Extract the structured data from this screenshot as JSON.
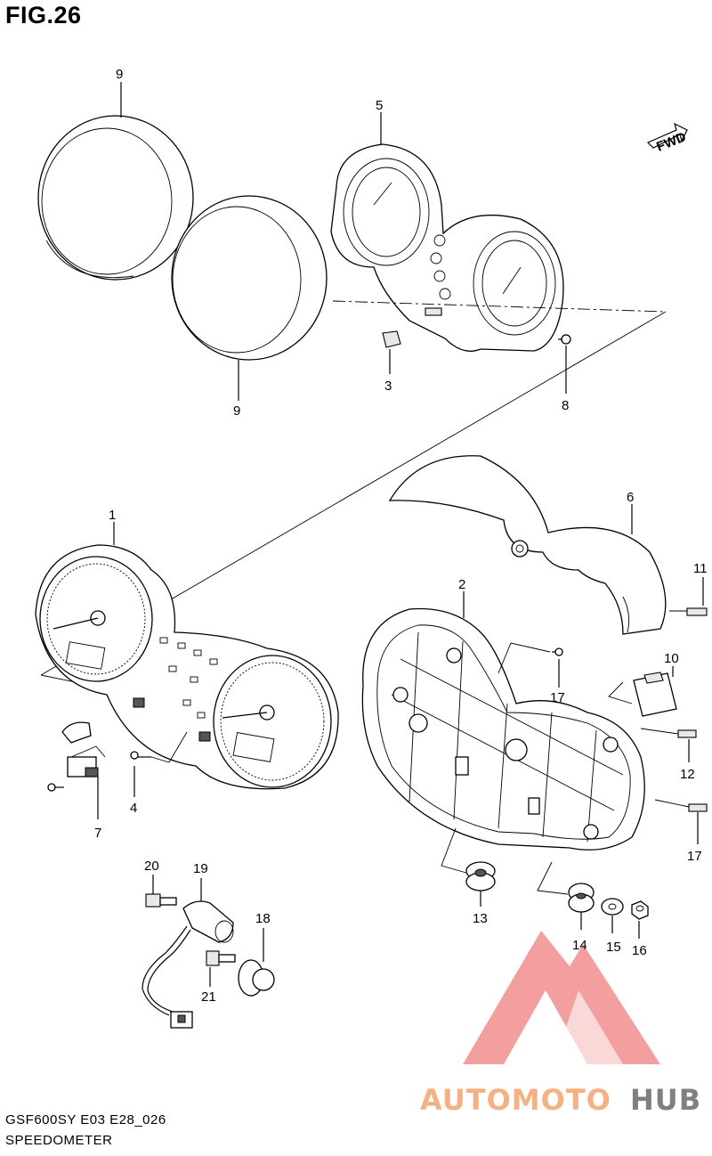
{
  "figure": {
    "title": "FIG.26",
    "code": "GSF600SY E03 E28_026",
    "name": "SPEEDOMETER",
    "direction_label": "FWD"
  },
  "callouts": [
    "9",
    "5",
    "9",
    "3",
    "8",
    "1",
    "6",
    "2",
    "11",
    "10",
    "17",
    "12",
    "17",
    "7",
    "4",
    "13",
    "14",
    "15",
    "16",
    "20",
    "19",
    "18",
    "21"
  ],
  "watermark": {
    "text_a": "AUTOMOTO",
    "text_b": "HUB",
    "color_a": "#f4b183",
    "color_b": "#808080",
    "logo_color": "#f08080"
  }
}
